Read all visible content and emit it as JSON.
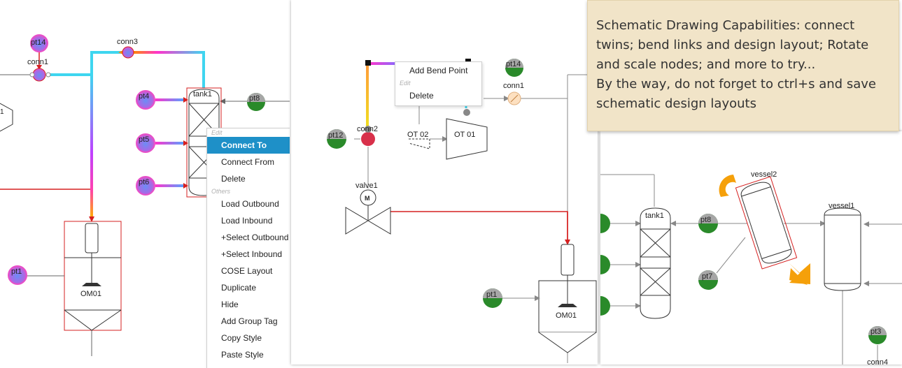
{
  "panel1": {
    "nodes": {
      "pt14": "pt14",
      "conn1": "conn1",
      "conn3": "conn3",
      "tank1": "tank1",
      "pt4": "pt4",
      "pt5": "pt5",
      "pt6": "pt6",
      "pt8": "pt8",
      "pt1": "pt1",
      "om01": "OM01"
    },
    "context_menu": {
      "section_edit": "Edit",
      "section_others": "Others",
      "connect_to": "Connect To",
      "connect_from": "Connect From",
      "delete": "Delete",
      "load_outbound": "Load Outbound",
      "load_inbound": "Load Inbound",
      "select_outbound": "+Select Outbound",
      "select_inbound": "+Select Inbound",
      "cose_layout": "COSE Layout",
      "duplicate": "Duplicate",
      "hide": "Hide",
      "add_group_tag": "Add Group Tag",
      "copy_style": "Copy Style",
      "paste_style": "Paste Style"
    }
  },
  "panel2": {
    "nodes": {
      "pt14": "pt14",
      "conn1": "conn1",
      "conn2": "conn2",
      "pt12": "pt12",
      "ot02": "OT 02",
      "ot01": "OT 01",
      "valve1": "valve1",
      "valve_m": "M",
      "pt1": "pt1",
      "om01": "OM01"
    },
    "context_menu": {
      "add_bend_point": "Add Bend Point",
      "section_edit": "Edit",
      "delete": "Delete"
    }
  },
  "panel3": {
    "nodes": {
      "tank1": "tank1",
      "pt8": "pt8",
      "vessel2": "vessel2",
      "vessel1": "vessel1",
      "pt7": "pt7",
      "pt3": "pt3",
      "conn4": "conn4"
    }
  },
  "note": {
    "line1": "Schematic Drawing Capabilities: connect twins; bend links and design layout; Rotate and scale nodes; and more to try...",
    "line2": "By the way, do not forget to ctrl+s and save schematic design layouts"
  },
  "colors": {
    "pink_node": "#e84fc8",
    "blue_node": "#4a7cf0",
    "green_node": "#2a8a2a",
    "grey_node": "#a6a6a6",
    "red_line": "#d62020",
    "highlight": "#1e90c8",
    "orange_handle": "#f5a00a",
    "note_bg": "#f1e4c8"
  }
}
